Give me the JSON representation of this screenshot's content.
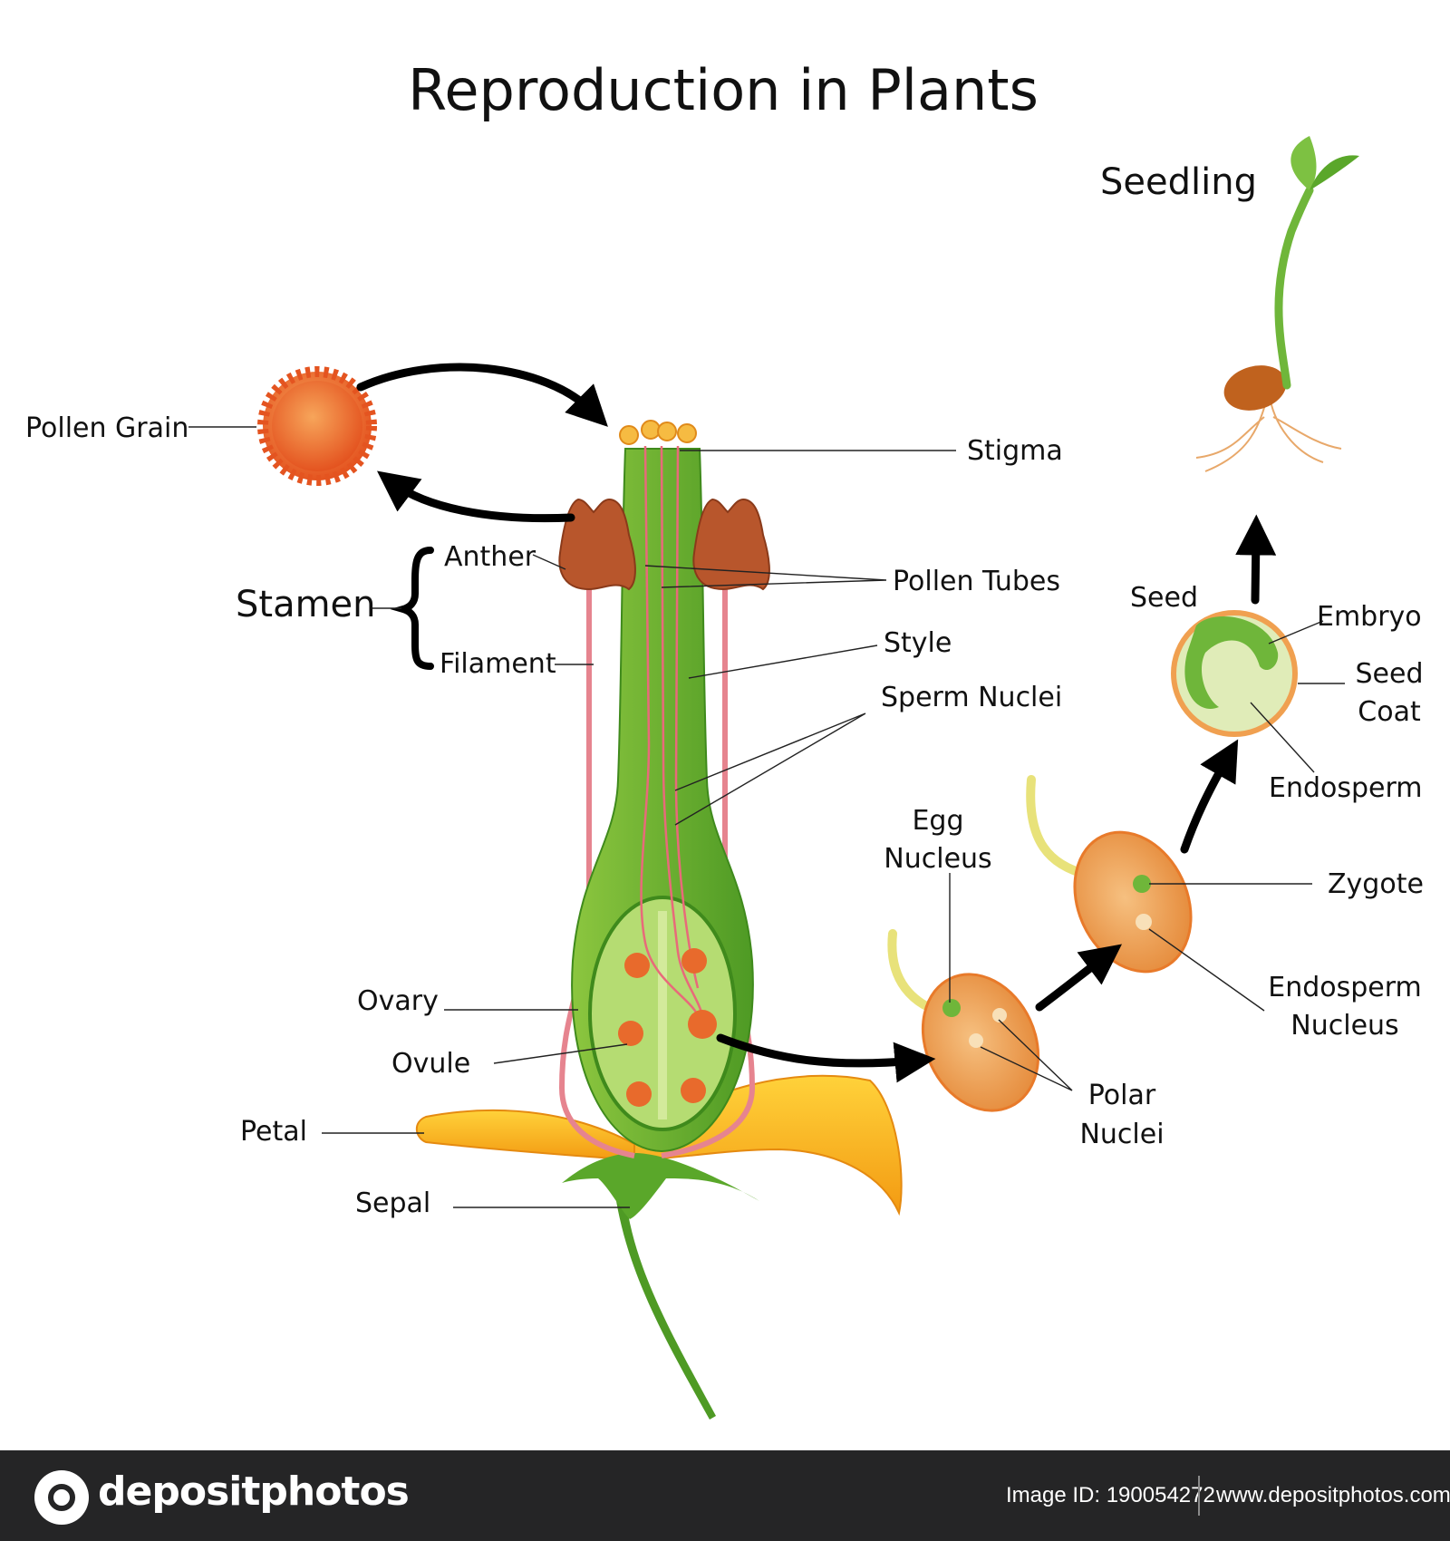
{
  "title": "Reproduction in Plants",
  "labels": {
    "pollen_grain": "Pollen Grain",
    "stamen": "Stamen",
    "anther": "Anther",
    "filament": "Filament",
    "stigma": "Stigma",
    "pollen_tubes": "Pollen Tubes",
    "style": "Style",
    "sperm_nuclei": "Sperm Nuclei",
    "ovary": "Ovary",
    "ovule": "Ovule",
    "petal": "Petal",
    "sepal": "Sepal",
    "egg_nucleus_1": "Egg",
    "egg_nucleus_2": "Nucleus",
    "polar_nuclei_1": "Polar",
    "polar_nuclei_2": "Nuclei",
    "zygote": "Zygote",
    "endosperm_nucleus_1": "Endosperm",
    "endosperm_nucleus_2": "Nucleus",
    "seed": "Seed",
    "embryo": "Embryo",
    "seed_coat_1": "Seed",
    "seed_coat_2": "Coat",
    "endosperm": "Endosperm",
    "seedling": "Seedling"
  },
  "footer": {
    "brand": "depositphotos",
    "image_id": "Image ID: 190054272",
    "site": "www.depositphotos.com"
  },
  "colors": {
    "pistil_green": "#5fae2a",
    "petal_yellow": "#f7b21b",
    "pollen_orange": "#e8602a",
    "anther_brown": "#b8562c",
    "filament_pink": "#e6848f",
    "ovule_orange": "#e86a2c",
    "seed_orange": "#f0a050"
  }
}
